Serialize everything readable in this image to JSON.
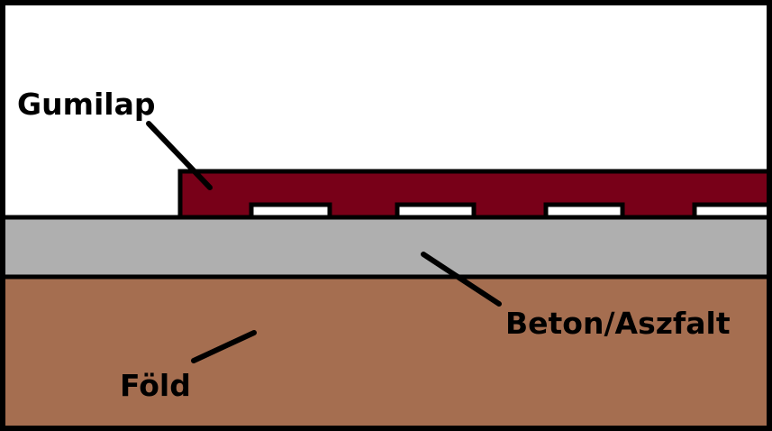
{
  "labels": {
    "rubber_mat": "Gumilap",
    "concrete_asphalt": "Beton/Aszfalt",
    "soil": "Föld"
  },
  "colors": {
    "background": "#ffffff",
    "outline": "#000000",
    "rubber_mat": "#780018",
    "concrete_asphalt": "#afafaf",
    "soil": "#a56e50",
    "gap": "#ffffff"
  }
}
